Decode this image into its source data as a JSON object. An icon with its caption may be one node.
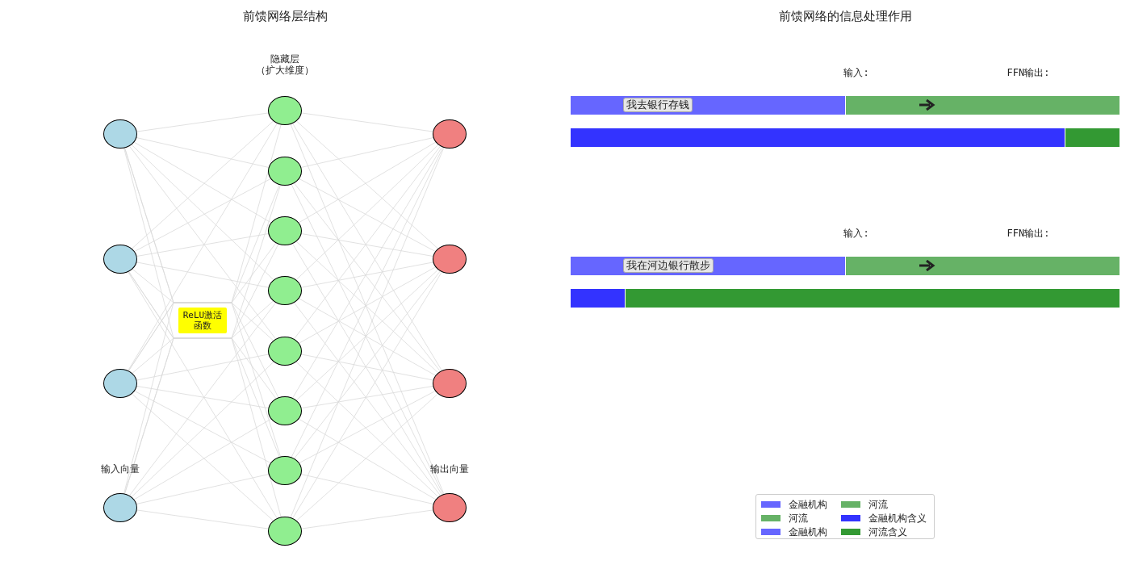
{
  "diagram": {
    "nodes": [
      {
        "text": [],
        "shape": "circle"
      },
      {
        "text": [],
        "shape": "circle"
      },
      {
        "text": [],
        "shape": "circle"
      },
      {
        "text": [],
        "shape": "circle"
      },
      {
        "text": [],
        "shape": "circle"
      },
      {
        "text": [],
        "shape": "circle"
      },
      {
        "text": [],
        "shape": "circle"
      },
      {
        "text": [],
        "shape": "circle"
      },
      {
        "text": [],
        "shape": "circle"
      },
      {
        "text": [],
        "shape": "circle"
      },
      {
        "text": [],
        "shape": "circle"
      },
      {
        "text": [],
        "shape": "circle"
      },
      {
        "text": [],
        "shape": "circle"
      },
      {
        "text": [],
        "shape": "circle"
      },
      {
        "text": [],
        "shape": "circle"
      },
      {
        "text": [],
        "shape": "circle"
      },
      {
        "text": [
          "ReLU激活函数"
        ]
      },
      {
        "text": [
          "我去银行存钱"
        ]
      },
      {
        "text": [],
        "shape": "bar"
      },
      {
        "text": [],
        "shape": "bar"
      },
      {
        "text": [],
        "shape": "bar"
      },
      {
        "text": [
          "我在河边银行散步"
        ]
      },
      {
        "text": [],
        "shape": "bar"
      },
      {
        "text": [],
        "shape": "bar"
      },
      {
        "text": [],
        "shape": "bar"
      }
    ],
    "edges": [
      {
        "from": 0,
        "to": 4,
        "arrow": "none"
      },
      {
        "from": 0,
        "to": 5,
        "arrow": "none"
      },
      {
        "from": 0,
        "to": 6,
        "arrow": "none"
      },
      {
        "from": 0,
        "to": 7,
        "arrow": "none"
      },
      {
        "from": 0,
        "to": 8,
        "arrow": "none"
      },
      {
        "from": 0,
        "to": 9,
        "arrow": "none"
      },
      {
        "from": 0,
        "to": 10,
        "arrow": "none"
      },
      {
        "from": 0,
        "to": 11,
        "arrow": "none"
      },
      {
        "from": 1,
        "to": 4,
        "arrow": "none"
      },
      {
        "from": 1,
        "to": 5,
        "arrow": "none"
      },
      {
        "from": 1,
        "to": 6,
        "arrow": "none"
      },
      {
        "from": 1,
        "to": 7,
        "arrow": "none"
      },
      {
        "from": 1,
        "to": 8,
        "arrow": "none"
      },
      {
        "from": 1,
        "to": 9,
        "arrow": "none"
      },
      {
        "from": 1,
        "to": 10,
        "arrow": "none"
      },
      {
        "from": 1,
        "to": 11,
        "arrow": "none"
      },
      {
        "from": 2,
        "to": 4,
        "arrow": "none"
      },
      {
        "from": 2,
        "to": 5,
        "arrow": "none"
      },
      {
        "from": 2,
        "to": 6,
        "arrow": "none"
      },
      {
        "from": 2,
        "to": 7,
        "arrow": "none"
      },
      {
        "from": 2,
        "to": 8,
        "arrow": "none"
      },
      {
        "from": 2,
        "to": 9,
        "arrow": "none"
      },
      {
        "from": 2,
        "to": 10,
        "arrow": "none"
      },
      {
        "from": 2,
        "to": 11,
        "arrow": "none"
      },
      {
        "from": 3,
        "to": 4,
        "arrow": "none"
      },
      {
        "from": 3,
        "to": 5,
        "arrow": "none"
      },
      {
        "from": 3,
        "to": 6,
        "arrow": "none"
      },
      {
        "from": 3,
        "to": 7,
        "arrow": "none"
      },
      {
        "from": 3,
        "to": 8,
        "arrow": "none"
      },
      {
        "from": 3,
        "to": 9,
        "arrow": "none"
      },
      {
        "from": 3,
        "to": 10,
        "arrow": "none"
      },
      {
        "from": 3,
        "to": 11,
        "arrow": "none"
      },
      {
        "from": 4,
        "to": 12,
        "arrow": "none"
      },
      {
        "from": 4,
        "to": 13,
        "arrow": "none"
      },
      {
        "from": 4,
        "to": 14,
        "arrow": "none"
      },
      {
        "from": 4,
        "to": 15,
        "arrow": "none"
      },
      {
        "from": 5,
        "to": 12,
        "arrow": "none"
      },
      {
        "from": 5,
        "to": 13,
        "arrow": "none"
      },
      {
        "from": 5,
        "to": 14,
        "arrow": "none"
      },
      {
        "from": 5,
        "to": 15,
        "arrow": "none"
      },
      {
        "from": 6,
        "to": 12,
        "arrow": "none"
      },
      {
        "from": 6,
        "to": 13,
        "arrow": "none"
      },
      {
        "from": 6,
        "to": 14,
        "arrow": "none"
      },
      {
        "from": 6,
        "to": 15,
        "arrow": "none"
      },
      {
        "from": 7,
        "to": 12,
        "arrow": "none"
      },
      {
        "from": 7,
        "to": 13,
        "arrow": "none"
      },
      {
        "from": 7,
        "to": 14,
        "arrow": "none"
      },
      {
        "from": 7,
        "to": 15,
        "arrow": "none"
      },
      {
        "from": 8,
        "to": 12,
        "arrow": "none"
      },
      {
        "from": 8,
        "to": 13,
        "arrow": "none"
      },
      {
        "from": 8,
        "to": 14,
        "arrow": "none"
      },
      {
        "from": 8,
        "to": 15,
        "arrow": "none"
      },
      {
        "from": 9,
        "to": 12,
        "arrow": "none"
      },
      {
        "from": 9,
        "to": 13,
        "arrow": "none"
      },
      {
        "from": 9,
        "to": 14,
        "arrow": "none"
      },
      {
        "from": 9,
        "to": 15,
        "arrow": "none"
      },
      {
        "from": 10,
        "to": 12,
        "arrow": "none"
      },
      {
        "from": 10,
        "to": 13,
        "arrow": "none"
      },
      {
        "from": 10,
        "to": 14,
        "arrow": "none"
      },
      {
        "from": 10,
        "to": 15,
        "arrow": "none"
      },
      {
        "from": 11,
        "to": 12,
        "arrow": "none"
      },
      {
        "from": 11,
        "to": 13,
        "arrow": "none"
      },
      {
        "from": 11,
        "to": 14,
        "arrow": "none"
      },
      {
        "from": 11,
        "to": 15,
        "arrow": "none"
      }
    ],
    "labels": [
      "前馈网络层结构",
      "隐藏层",
      "（扩大维度）",
      "输入向量",
      "输出向量",
      "前馈网络的信息处理作用",
      "输入:",
      "FFN输出:",
      "输入:",
      "FFN输出:"
    ],
    "legend": [
      {
        "text": "金融机构",
        "color": "#6666ff"
      },
      {
        "text": "河流",
        "color": "#66b266"
      },
      {
        "text": "金融机构",
        "color": "#6666ff"
      },
      {
        "text": "河流",
        "color": "#66b266"
      },
      {
        "text": "金融机构含义",
        "color": "#3333ff"
      },
      {
        "text": "河流含义",
        "color": "#339933"
      }
    ]
  }
}
